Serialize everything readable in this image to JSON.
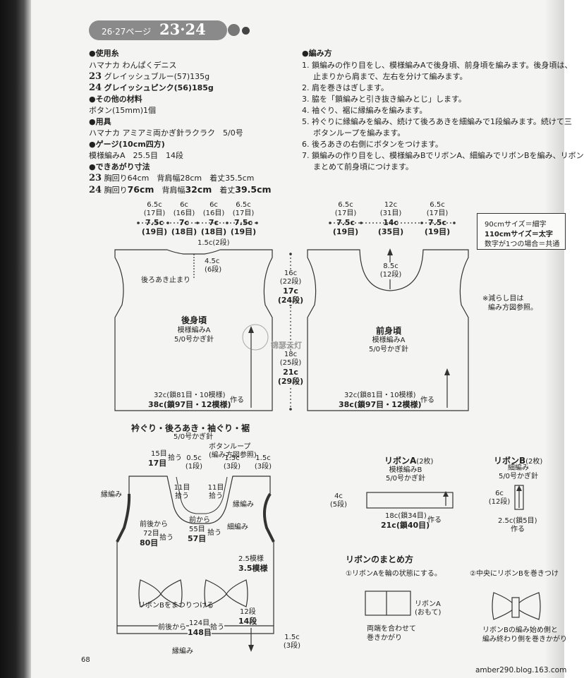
{
  "header": {
    "pages": "26·27ページ",
    "numbers": "23·24"
  },
  "materials": {
    "yarn_title": "●使用糸",
    "yarn_name": "ハマナカ わんぱくデニス",
    "n23": "23",
    "yarn_23": "グレイッシュブルー(57)135g",
    "n24": "24",
    "yarn_24": "グレイッシュピンク(56)185g",
    "other_title": "●その他の材料",
    "other": "ボタン(15mm)1個",
    "tools_title": "●用具",
    "tools": "ハマナカ アミアミ両かぎ針ラクラク　5/0号",
    "gauge_title": "●ゲージ(10cm四方)",
    "gauge": "模様編みA　25.5目　14段",
    "size_title": "●できあがり寸法",
    "size_23": "胸回り64cm　背肩幅28cm　着丈35.5cm",
    "size_24_a": "胸回り",
    "size_24_b": "76cm",
    "size_24_c": "背肩幅",
    "size_24_d": "32cm",
    "size_24_e": "着丈",
    "size_24_f": "39.5cm"
  },
  "method": {
    "title": "●編み方",
    "steps": [
      "1. 鎖編みの作り目をし、模様編みAで後身頃、前身頃を編みます。後身頃は、",
      "止まりから肩まで、左右を分けて編みます。",
      "2. 肩を巻きはぎします。",
      "3. 脇を「鎖編みと引き抜き編みとじ」します。",
      "4. 袖ぐり、裾に縁編みを編みます。",
      "5. 衿ぐりに縁編みを編み、続けて後ろあきを細編みで1段編みます。続けて三",
      "ボタンループを編みます。",
      "6. 後ろあきの右側にボタンをつけます。",
      "7. 鎖編みの作り目をし、模様編みBでリボンA、細編みでリボンBを編み、リボン",
      "まとめて前身頃につけます。"
    ]
  },
  "legend": {
    "l1": "90cmサイズ＝細字",
    "l2": "110cmサイズ＝太字",
    "l3": "数字が1つの場合＝共通"
  },
  "note": {
    "l1": "※減らし目は",
    "l2": "編み方図参照。"
  },
  "back": {
    "w1": "6.5c",
    "w1b": "(17目)",
    "w1c": "7.5c",
    "w1d": "(19目)",
    "w2": "6c",
    "w2b": "(16目)",
    "w2c": "7c",
    "w2d": "(18目)",
    "w3": "6c",
    "w3b": "(16目)",
    "w3c": "7c",
    "w3d": "(18目)",
    "w4": "6.5c",
    "w4b": "(17目)",
    "w4c": "7.5c",
    "w4d": "(19目)",
    "neck": "1.5c(2段)",
    "slit": "4.5c",
    "slitb": "(6段)",
    "slit_label": "後ろあき止まり",
    "title": "後身頃",
    "sub1": "模様編みA",
    "sub2": "5/0号かぎ針",
    "bottom_a": "32c(鎖81目・10模様)",
    "bottom_b": "38c(鎖97目・12模様)",
    "make": "作る"
  },
  "side": {
    "a1": "16c",
    "a2": "(22段)",
    "a3": "17c",
    "a4": "(24段)",
    "b1": "18c",
    "b2": "(25段)",
    "b3": "21c",
    "b4": "(29段)"
  },
  "front": {
    "w1": "6.5c",
    "w1b": "(17目)",
    "w1c": "7.5c",
    "w1d": "(19目)",
    "w2": "12c",
    "w2b": "(31目)",
    "w2c": "14c",
    "w2d": "(35目)",
    "w3": "6.5c",
    "w3b": "(17目)",
    "w3c": "7.5c",
    "w3d": "(19目)",
    "neck": "8.5c",
    "neckb": "(12段)",
    "title": "前身頃",
    "sub1": "模様編みA",
    "sub2": "5/0号かぎ針",
    "bottom_a": "32c(鎖81目・10模様)",
    "bottom_b": "38c(鎖97目・12模様)",
    "make": "作る"
  },
  "edging": {
    "title": "衿ぐり・後ろあき・袖ぐり・裾",
    "sub": "5/0号かぎ針",
    "loop1": "ボタンループ",
    "loop2": "(編み方図参照)",
    "r15a": "15目",
    "r15b": "17目",
    "r15c": "拾う",
    "c05": "0.5c",
    "c05b": "(1段)",
    "c15a": "1.5c",
    "c15ab": "(3段)",
    "c15b": "1.5c",
    "c15bb": "(3段)",
    "en1": "縁編み",
    "en2": "縁編み",
    "m11a": "11目",
    "m11b": "拾う",
    "m11c": "11目",
    "m11d": "拾う",
    "f72a": "前後から",
    "f72b": "72目",
    "f72c": "80目",
    "f72d": "拾う",
    "f55a": "前から",
    "f55b": "55目",
    "f55c": "57目",
    "f55d": "拾う",
    "sc": "細編み",
    "p25": "2.5模様",
    "p35": "3.5模様",
    "ribbon_attach": "リボンBをまつりつける",
    "d12a": "12段",
    "d12b": "14段",
    "h124a": "前後から",
    "h124b": "124目",
    "h124c": "148目",
    "h124d": "拾う",
    "c15c": "1.5c",
    "c15cb": "(3段)",
    "en3": "縁編み"
  },
  "ribbonA": {
    "title": "リボンA",
    "count": "(2枚)",
    "sub1": "模様編みB",
    "sub2": "5/0号かぎ針",
    "h": "4c",
    "hb": "(5段)",
    "w": "18c(鎖34目)",
    "wb": "21c(鎖40目)",
    "make": "作る"
  },
  "ribbonB": {
    "title": "リボンB",
    "count": "(2枚)",
    "sub1": "細編み",
    "sub2": "5/0号かぎ針",
    "h": "6c",
    "hb": "(12段)",
    "w": "2.5c(鎖5目)",
    "make": "作る"
  },
  "assembly": {
    "title": "リボンのまとめ方",
    "s1": "①リボンAを輪の状態にする。",
    "ra": "リボンA",
    "rab": "(おもて)",
    "j1": "両端を合わせて",
    "j2": "巻きかがり",
    "s2": "②中央にリボンBを巻きつけ",
    "e1": "リボンBの編み始め側と",
    "e2": "編み終わり側を巻きかがり"
  },
  "watermark": "锦瑟云灯",
  "page_number": "68",
  "site": "amber290.blog.163.com"
}
